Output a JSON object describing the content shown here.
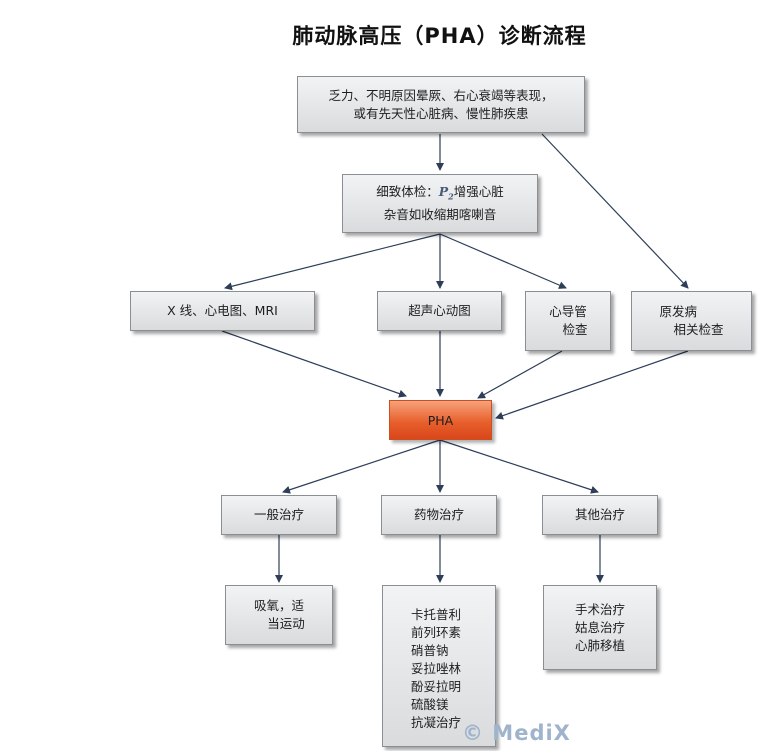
{
  "title": "肺动脉高压（PHA）诊断流程",
  "nodes": {
    "symptoms": {
      "lines": [
        "乏力、不明原因晕厥、右心衰竭等表现，",
        "或有先天性心脏病、慢性肺疾患"
      ]
    },
    "exam": {
      "line1_prefix": "细致体检：",
      "p_symbol": "P",
      "p_sub": "2",
      "line1_suffix": "增强心脏",
      "line2": "杂音如收缩期喀喇音"
    },
    "xray": {
      "label": "X 线、心电图、MRI"
    },
    "echo": {
      "label": "超声心动图"
    },
    "cath": {
      "lines": [
        "心导管",
        "检查"
      ]
    },
    "primary": {
      "lines": [
        "原发病",
        "相关检查"
      ]
    },
    "pha": {
      "label": "PHA"
    },
    "general": {
      "label": "一般治疗"
    },
    "drug": {
      "label": "药物治疗"
    },
    "other": {
      "label": "其他治疗"
    },
    "general_detail": {
      "lines": [
        "吸氧，适",
        "当运动"
      ]
    },
    "drug_detail": {
      "lines": [
        "卡托普利",
        "前列环素",
        "硝普钠",
        "妥拉唑林",
        "酚妥拉明",
        "硫酸镁",
        "抗凝治疗"
      ]
    },
    "other_detail": {
      "lines": [
        "手术治疗",
        "姑息治疗",
        "心肺移植"
      ]
    }
  },
  "watermark": "© MediX",
  "colors": {
    "box_border": "#8a8f96",
    "arrow": "#2e3e58",
    "pha_fill": "#e8602c"
  }
}
